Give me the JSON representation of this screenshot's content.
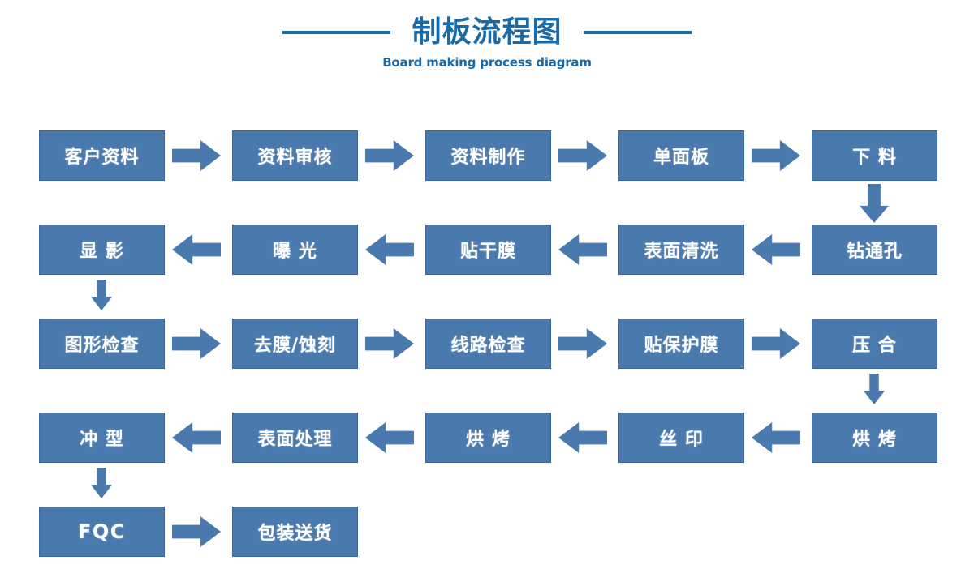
{
  "header": {
    "title": "制板流程图",
    "subtitle": "Board making process diagram",
    "accent_color": "#1a6aa8"
  },
  "theme": {
    "node_fill": "#4a79ad",
    "node_border": "#3c6494",
    "node_text": "#ffffff",
    "arrow_color": "#4a79ad",
    "background": "#ffffff"
  },
  "chart_data": {
    "type": "diagram",
    "title": "制板流程图",
    "subtitle": "Board making process diagram",
    "layout": "serpentine-5-columns",
    "rows": [
      {
        "index": 1,
        "direction": "left-to-right",
        "nodes": [
          "客户资料",
          "资料审核",
          "资料制作",
          "单面板",
          "下 料"
        ]
      },
      {
        "index": 2,
        "direction": "right-to-left",
        "nodes": [
          "显 影",
          "曝 光",
          "贴干膜",
          "表面清洗",
          "钻通孔"
        ]
      },
      {
        "index": 3,
        "direction": "left-to-right",
        "nodes": [
          "图形检查",
          "去膜/蚀刻",
          "线路检查",
          "贴保护膜",
          "压 合"
        ]
      },
      {
        "index": 4,
        "direction": "right-to-left",
        "nodes": [
          "冲 型",
          "表面处理",
          "烘 烤",
          "丝 印",
          "烘 烤"
        ]
      },
      {
        "index": 5,
        "direction": "left-to-right",
        "nodes": [
          "FQC",
          "包装送货"
        ]
      }
    ],
    "vertical_connectors": [
      {
        "from": "下 料",
        "to": "钻通孔",
        "column": 5,
        "direction": "down"
      },
      {
        "from": "显 影",
        "to": "图形检查",
        "column": 1,
        "direction": "down"
      },
      {
        "from": "压 合",
        "to": "烘 烤",
        "column": 5,
        "direction": "down"
      },
      {
        "from": "冲 型",
        "to": "FQC",
        "column": 1,
        "direction": "down"
      }
    ]
  },
  "nodes": {
    "r1c1": "客户资料",
    "r1c2": "资料审核",
    "r1c3": "资料制作",
    "r1c4": "单面板",
    "r1c5": "下 料",
    "r2c1": "显 影",
    "r2c2": "曝 光",
    "r2c3": "贴干膜",
    "r2c4": "表面清洗",
    "r2c5": "钻通孔",
    "r3c1": "图形检查",
    "r3c2": "去膜/蚀刻",
    "r3c3": "线路检查",
    "r3c4": "贴保护膜",
    "r3c5": "压 合",
    "r4c1": "冲 型",
    "r4c2": "表面处理",
    "r4c3": "烘 烤",
    "r4c4": "丝 印",
    "r4c5": "烘 烤",
    "r5c1": "FQC",
    "r5c2": "包装送货"
  }
}
